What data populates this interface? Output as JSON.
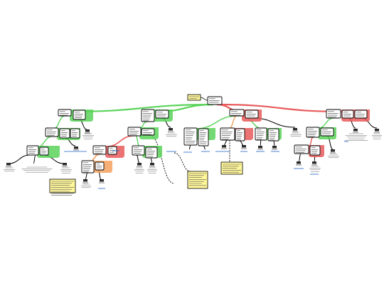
{
  "diagram": {
    "colors": {
      "green": "#5bd45b",
      "red": "#e85a5a",
      "orange": "#f3a15f",
      "note_fill": "#fff79a",
      "node_fill": "#ffffff",
      "node_border": "#000000",
      "label_blue": "#1f63c6"
    },
    "notes": [
      {
        "id": "root-note",
        "lines": 2
      },
      {
        "id": "note-left",
        "lines": 8
      },
      {
        "id": "note-middle",
        "lines": 7
      },
      {
        "id": "note-right",
        "lines": 5
      }
    ],
    "blue_labels": [
      "link-1",
      "link-2",
      "link-3",
      "link-4",
      "link-5",
      "link-6",
      "link-7",
      "link-8",
      "link-9",
      "link-10",
      "link-11",
      "link-12",
      "link-13"
    ]
  }
}
